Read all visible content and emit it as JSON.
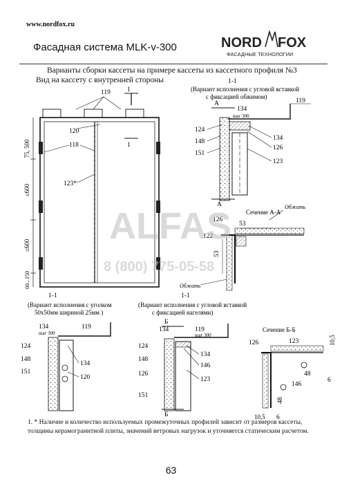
{
  "header": {
    "site": "www.nordfox.ru",
    "title": "Фасадная система MLK-v-300",
    "logo_word1": "NORD",
    "logo_word2": "FOX",
    "logo_tagline": "ФАСАДНЫЕ ТЕХНОЛОГИИ"
  },
  "subtitle": "Варианты сборки кассеты на примере кассеты из кассетного профиля №3",
  "view_caption": "Вид на кассету с внутренней стороны",
  "left_drawing": {
    "dims": [
      "75, 500",
      "≤600",
      "≤600",
      "60...150"
    ],
    "labels": [
      "119",
      "1",
      "120",
      "118",
      "123*",
      "1"
    ]
  },
  "detail_tr": {
    "section": "1-1",
    "caption_line1": "(Вариант исполнения с угловой вставкой",
    "caption_line2": "с фиксацией обжимом)",
    "marker_top": "А",
    "marker_bottom": "А",
    "step": "шаг 300",
    "labels": [
      "134",
      "119",
      "124",
      "148",
      "151",
      "134",
      "126",
      "123"
    ]
  },
  "section_aa": {
    "title": "Сечение А-А",
    "crimp_top": "Обжать",
    "crimp_bottom": "Обжать",
    "labels": [
      "126",
      "53",
      "122",
      "53"
    ]
  },
  "detail_bl": {
    "section": "1-1",
    "caption_line1": "(Вариант исполнения с уголком",
    "caption_line2": "50x50мм шириной 25мм )",
    "step": "шаг 300",
    "labels": [
      "134",
      "119",
      "124",
      "148",
      "151",
      "134",
      "120"
    ]
  },
  "detail_bm": {
    "section": "1-1",
    "caption_line1": "(Вариант исполнения с угловой вставкой",
    "caption_line2": "с фиксацией нагелями)",
    "marker_top": "Б",
    "marker_bottom": "Б",
    "step": "шаг 300",
    "labels": [
      "134",
      "119",
      "124",
      "148",
      "126",
      "151",
      "134",
      "146",
      "123"
    ]
  },
  "section_bb": {
    "title": "Сечение Б-Б",
    "labels": [
      "126",
      "123",
      "10,5",
      "48",
      "146",
      "6",
      "48",
      "10,5",
      "6"
    ]
  },
  "watermark": {
    "brand": "ALFAS",
    "phone": "8 (800) 775-05-58"
  },
  "footnote": "1. * Наличие и количество используемых промежуточных профилей зависит от размеров кассеты, толщины керамогранитной плиты, значений ветровых нагрузок и уточняется статическим расчетом.",
  "page_number": "63"
}
